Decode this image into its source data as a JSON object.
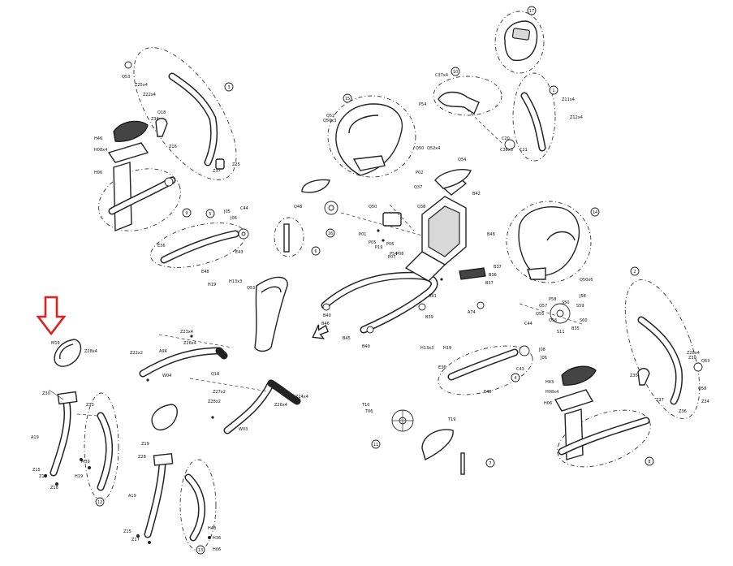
{
  "diagram": {
    "type": "exploded-parts-view",
    "highlight_color": "#e02020",
    "line_color": "#222222",
    "callouts": [
      "1",
      "2",
      "3",
      "4",
      "5",
      "6",
      "7",
      "8",
      "9",
      "10",
      "11",
      "12",
      "13",
      "14",
      "15",
      "16",
      "17"
    ],
    "labels": [
      "M19",
      "Z28x4",
      "Z30",
      "A19",
      "Z33",
      "M39",
      "H19",
      "Z15",
      "Z17",
      "Z18",
      "A94",
      "Z23x4",
      "Z26x4",
      "Z22x2",
      "W04",
      "Q18",
      "Z27x2",
      "Z28x2",
      "W03",
      "Z26x4",
      "Z24x4",
      "Z19",
      "Z28",
      "A19",
      "Z17",
      "Z15",
      "H36",
      "H06",
      "H43",
      "Q53",
      "Z25x4",
      "Z22x4",
      "Q18",
      "Z34",
      "Z16",
      "H46",
      "H08x4",
      "H06",
      "Z37",
      "Z25",
      "E36",
      "E48",
      "H19",
      "H13x3",
      "J05",
      "J06",
      "C44",
      "E43",
      "Q52",
      "P54",
      "Q50x3",
      "Q50",
      "Q52x4",
      "P02",
      "Q37",
      "Q38",
      "Q54",
      "Q48",
      "Q50",
      "B42",
      "B48",
      "P01",
      "P05",
      "P19",
      "P06",
      "P07",
      "P08",
      "Q53",
      "B40",
      "B46",
      "B45",
      "B49",
      "A91",
      "B39",
      "A74",
      "Q57",
      "P58",
      "P54",
      "B37",
      "B36",
      "Q55",
      "Q56",
      "S50",
      "S59",
      "S60",
      "B35",
      "S11",
      "J58",
      "Q50x6",
      "B37",
      "C37x4",
      "C38x3",
      "C20",
      "C21",
      "Z11x4",
      "Z12x4",
      "H13x3",
      "H19",
      "E36",
      "E48",
      "C44",
      "J08",
      "J06",
      "C43",
      "H43",
      "H08x4",
      "H06",
      "Z28x4",
      "Z30",
      "Z34",
      "Z36",
      "Q58",
      "Z35",
      "Z37",
      "Q53",
      "T10",
      "T06",
      "T19"
    ],
    "highlighted_part": "M19"
  }
}
